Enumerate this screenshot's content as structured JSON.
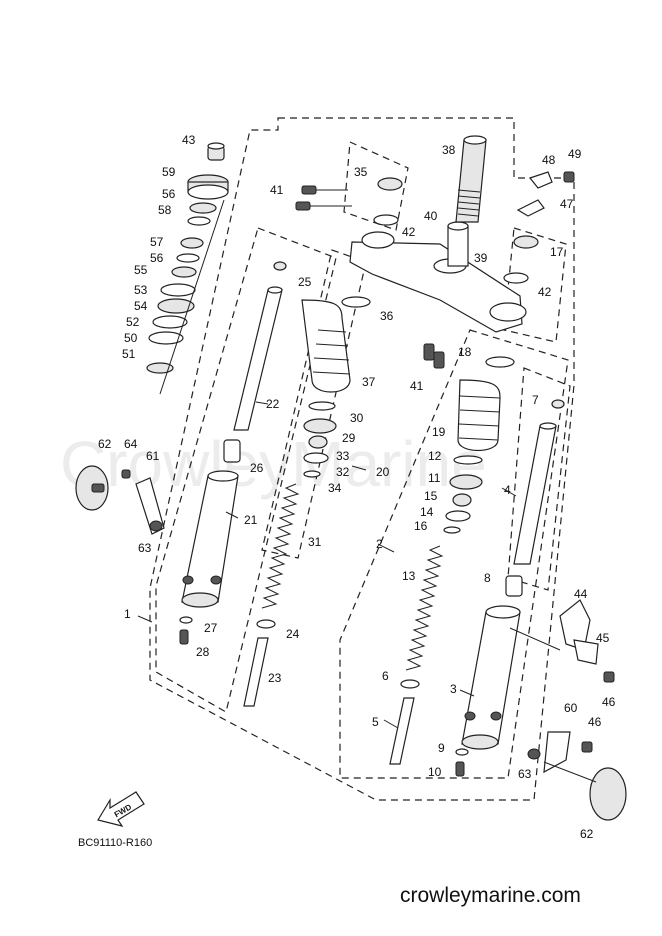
{
  "diagram": {
    "watermark": "CrowleyMarine",
    "caption": "BC91110-R160",
    "site": "crowleymarine.com",
    "fwd_label": "FWD"
  },
  "labels": {
    "l1": "1",
    "l2": "2",
    "l3": "3",
    "l4": "4",
    "l5": "5",
    "l6": "6",
    "l7": "7",
    "l8": "8",
    "l9": "9",
    "l10": "10",
    "l11": "11",
    "l12": "12",
    "l13": "13",
    "l14": "14",
    "l15": "15",
    "l16": "16",
    "l17": "17",
    "l18": "18",
    "l19": "19",
    "l20": "20",
    "l21": "21",
    "l22": "22",
    "l23": "23",
    "l24": "24",
    "l25": "25",
    "l26": "26",
    "l27": "27",
    "l28": "28",
    "l29": "29",
    "l30": "30",
    "l31": "31",
    "l32": "32",
    "l33": "33",
    "l34": "34",
    "l35": "35",
    "l36": "36",
    "l37": "37",
    "l38": "38",
    "l39": "39",
    "l40": "40",
    "l41a": "41",
    "l41b": "41",
    "l42a": "42",
    "l42b": "42",
    "l43": "43",
    "l44": "44",
    "l45": "45",
    "l46a": "46",
    "l46b": "46",
    "l47": "47",
    "l48": "48",
    "l49": "49",
    "l50": "50",
    "l51": "51",
    "l52": "52",
    "l53": "53",
    "l54": "54",
    "l55": "55",
    "l56a": "56",
    "l56b": "56",
    "l57": "57",
    "l58": "58",
    "l59": "59",
    "l60": "60",
    "l61": "61",
    "l62a": "62",
    "l62b": "62",
    "l63a": "63",
    "l63b": "63",
    "l64": "64"
  }
}
